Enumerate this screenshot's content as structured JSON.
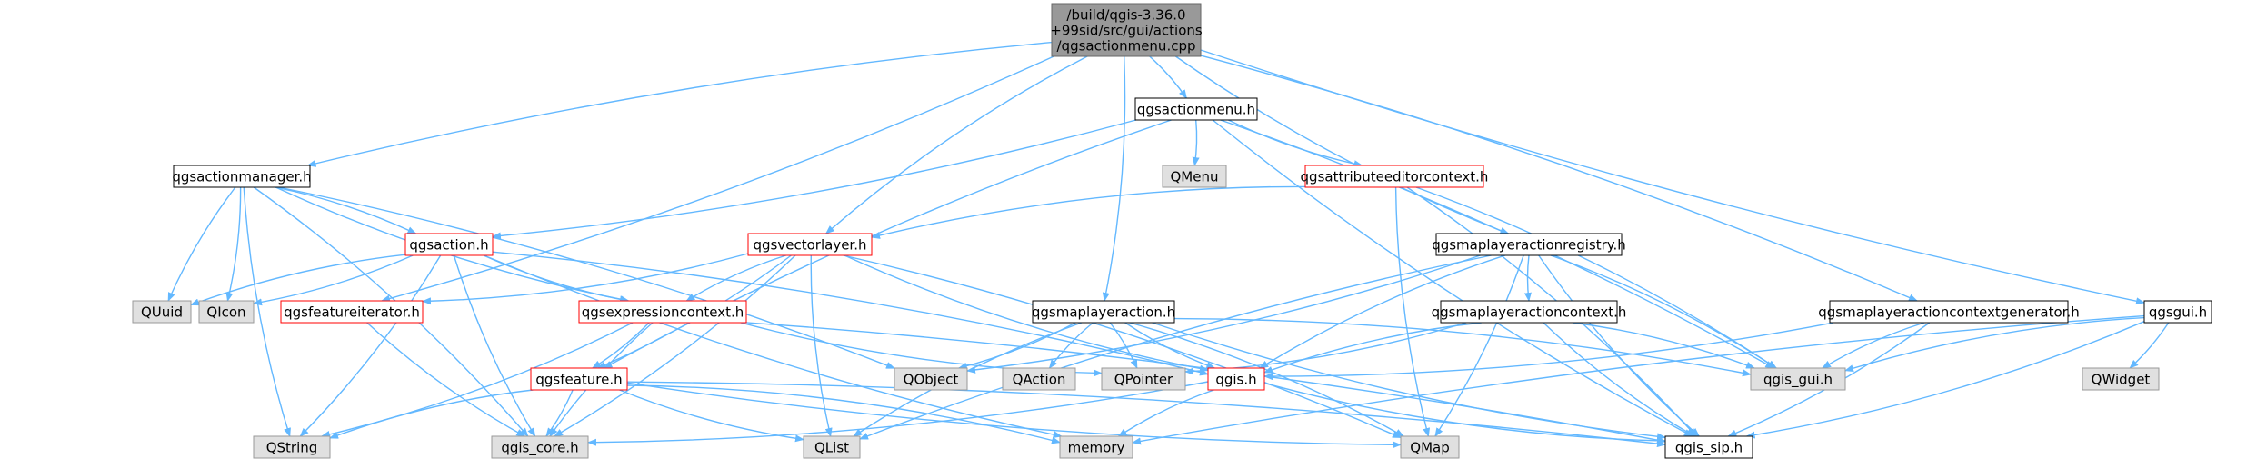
{
  "graph": {
    "colors": {
      "edge": "#63b8ff",
      "root_fill": "#999999",
      "root_border": "#666666",
      "normal_fill": "#ffffff",
      "normal_border": "#000000",
      "red_border": "#ff0000",
      "external_fill": "#e0e0e0",
      "external_border": "#999999"
    },
    "nodes": [
      {
        "id": "root",
        "style": "root",
        "lines": [
          "/build/qgis-3.36.0",
          "+99sid/src/gui/actions",
          "/qgsactionmenu.cpp"
        ]
      },
      {
        "id": "qgsactionmenu_h",
        "style": "normal",
        "lines": [
          "qgsactionmenu.h"
        ]
      },
      {
        "id": "qgsactionmanager_h",
        "style": "normal",
        "lines": [
          "qgsactionmanager.h"
        ]
      },
      {
        "id": "QMenu",
        "style": "external",
        "lines": [
          "QMenu"
        ]
      },
      {
        "id": "qgsattributeeditorcontext_h",
        "style": "red",
        "lines": [
          "qgsattributeeditorcontext.h"
        ]
      },
      {
        "id": "qgsmaplayeractionregistry_h",
        "style": "normal",
        "lines": [
          "qgsmaplayeractionregistry.h"
        ]
      },
      {
        "id": "qgsaction_h",
        "style": "red",
        "lines": [
          "qgsaction.h"
        ]
      },
      {
        "id": "qgsvectorlayer_h",
        "style": "red",
        "lines": [
          "qgsvectorlayer.h"
        ]
      },
      {
        "id": "QUuid",
        "style": "external",
        "lines": [
          "QUuid"
        ]
      },
      {
        "id": "QIcon",
        "style": "external",
        "lines": [
          "QIcon"
        ]
      },
      {
        "id": "qgsfeatureiterator_h",
        "style": "red",
        "lines": [
          "qgsfeatureiterator.h"
        ]
      },
      {
        "id": "qgsexpressioncontext_h",
        "style": "red",
        "lines": [
          "qgsexpressioncontext.h"
        ]
      },
      {
        "id": "qgsmaplayeraction_h",
        "style": "normal",
        "lines": [
          "qgsmaplayeraction.h"
        ]
      },
      {
        "id": "qgsmaplayeractioncontext_h",
        "style": "normal",
        "lines": [
          "qgsmaplayeractioncontext.h"
        ]
      },
      {
        "id": "qgsmaplayeractioncontextgenerator_h",
        "style": "normal",
        "lines": [
          "qgsmaplayeractioncontextgenerator.h"
        ]
      },
      {
        "id": "qgsgui_h",
        "style": "normal",
        "lines": [
          "qgsgui.h"
        ]
      },
      {
        "id": "qgsfeature_h",
        "style": "red",
        "lines": [
          "qgsfeature.h"
        ]
      },
      {
        "id": "QObject",
        "style": "external",
        "lines": [
          "QObject"
        ]
      },
      {
        "id": "QAction",
        "style": "external",
        "lines": [
          "QAction"
        ]
      },
      {
        "id": "QPointer",
        "style": "external",
        "lines": [
          "QPointer"
        ]
      },
      {
        "id": "qgis_h",
        "style": "red",
        "lines": [
          "qgis.h"
        ]
      },
      {
        "id": "qgis_gui_h",
        "style": "external",
        "lines": [
          "qgis_gui.h"
        ]
      },
      {
        "id": "QWidget",
        "style": "external",
        "lines": [
          "QWidget"
        ]
      },
      {
        "id": "QString",
        "style": "external",
        "lines": [
          "QString"
        ]
      },
      {
        "id": "qgis_core_h",
        "style": "external",
        "lines": [
          "qgis_core.h"
        ]
      },
      {
        "id": "QList",
        "style": "external",
        "lines": [
          "QList"
        ]
      },
      {
        "id": "memory",
        "style": "external",
        "lines": [
          "memory"
        ]
      },
      {
        "id": "QMap",
        "style": "external",
        "lines": [
          "QMap"
        ]
      },
      {
        "id": "qgis_sip_h",
        "style": "normal",
        "lines": [
          "qgis_sip.h"
        ]
      }
    ],
    "edges": [
      [
        "root",
        "qgsactionmenu_h"
      ],
      [
        "root",
        "qgsactionmanager_h"
      ],
      [
        "root",
        "qgsfeatureiterator_h"
      ],
      [
        "root",
        "qgsvectorlayer_h"
      ],
      [
        "root",
        "qgsmaplayeraction_h"
      ],
      [
        "root",
        "qgsmaplayeractionregistry_h"
      ],
      [
        "root",
        "qgsmaplayeractioncontextgenerator_h"
      ],
      [
        "root",
        "qgsgui_h"
      ],
      [
        "qgsactionmenu_h",
        "QMenu"
      ],
      [
        "qgsactionmenu_h",
        "qgsattributeeditorcontext_h"
      ],
      [
        "qgsactionmenu_h",
        "qgsaction_h"
      ],
      [
        "qgsactionmenu_h",
        "qgsfeature_h"
      ],
      [
        "qgsactionmenu_h",
        "qgis_gui_h"
      ],
      [
        "qgsactionmenu_h",
        "qgis_sip_h"
      ],
      [
        "qgsactionmanager_h",
        "qgsaction_h"
      ],
      [
        "qgsactionmanager_h",
        "QUuid"
      ],
      [
        "qgsactionmanager_h",
        "QIcon"
      ],
      [
        "qgsactionmanager_h",
        "qgsexpressioncontext_h"
      ],
      [
        "qgsactionmanager_h",
        "QObject"
      ],
      [
        "qgsactionmanager_h",
        "QString"
      ],
      [
        "qgsactionmanager_h",
        "qgis_core_h"
      ],
      [
        "qgsattributeeditorcontext_h",
        "qgsvectorlayer_h"
      ],
      [
        "qgsattributeeditorcontext_h",
        "qgis_gui_h"
      ],
      [
        "qgsattributeeditorcontext_h",
        "QMap"
      ],
      [
        "qgsattributeeditorcontext_h",
        "qgis_sip_h"
      ],
      [
        "qgsaction_h",
        "QUuid"
      ],
      [
        "qgsaction_h",
        "QIcon"
      ],
      [
        "qgsaction_h",
        "qgsexpressioncontext_h"
      ],
      [
        "qgsaction_h",
        "qgis_h"
      ],
      [
        "qgsaction_h",
        "qgis_core_h"
      ],
      [
        "qgsaction_h",
        "QString"
      ],
      [
        "qgsaction_h",
        "memory"
      ],
      [
        "qgsvectorlayer_h",
        "qgsfeatureiterator_h"
      ],
      [
        "qgsvectorlayer_h",
        "qgsexpressioncontext_h"
      ],
      [
        "qgsvectorlayer_h",
        "qgsfeature_h"
      ],
      [
        "qgsvectorlayer_h",
        "qgis_h"
      ],
      [
        "qgsvectorlayer_h",
        "qgis_core_h"
      ],
      [
        "qgsvectorlayer_h",
        "QList"
      ],
      [
        "qgsvectorlayer_h",
        "QMap"
      ],
      [
        "qgsfeatureiterator_h",
        "qgis_core_h"
      ],
      [
        "qgsexpressioncontext_h",
        "qgsfeature_h"
      ],
      [
        "qgsexpressioncontext_h",
        "QPointer"
      ],
      [
        "qgsexpressioncontext_h",
        "QString"
      ],
      [
        "qgsexpressioncontext_h",
        "qgis_core_h"
      ],
      [
        "qgsexpressioncontext_h",
        "qgis_sip_h"
      ],
      [
        "qgsmaplayeractionregistry_h",
        "qgsmaplayeractioncontext_h"
      ],
      [
        "qgsmaplayeractionregistry_h",
        "QObject"
      ],
      [
        "qgsmaplayeractionregistry_h",
        "QList"
      ],
      [
        "qgsmaplayeractionregistry_h",
        "QMap"
      ],
      [
        "qgsmaplayeractionregistry_h",
        "qgis_h"
      ],
      [
        "qgsmaplayeractionregistry_h",
        "qgis_gui_h"
      ],
      [
        "qgsmaplayeractionregistry_h",
        "qgis_sip_h"
      ],
      [
        "qgsmaplayeraction_h",
        "QObject"
      ],
      [
        "qgsmaplayeraction_h",
        "QAction"
      ],
      [
        "qgsmaplayeraction_h",
        "QPointer"
      ],
      [
        "qgsmaplayeraction_h",
        "qgis_h"
      ],
      [
        "qgsmaplayeraction_h",
        "qgis_gui_h"
      ],
      [
        "qgsmaplayeraction_h",
        "QList"
      ],
      [
        "qgsmaplayeraction_h",
        "QMap"
      ],
      [
        "qgsmaplayeraction_h",
        "qgis_sip_h"
      ],
      [
        "qgsmaplayeractioncontext_h",
        "QPointer"
      ],
      [
        "qgsmaplayeractioncontext_h",
        "qgis_h"
      ],
      [
        "qgsmaplayeractioncontext_h",
        "qgis_gui_h"
      ],
      [
        "qgsmaplayeractioncontext_h",
        "qgis_sip_h"
      ],
      [
        "qgsmaplayeractioncontextgenerator_h",
        "qgis_h"
      ],
      [
        "qgsmaplayeractioncontextgenerator_h",
        "qgis_gui_h"
      ],
      [
        "qgsmaplayeractioncontextgenerator_h",
        "qgis_sip_h"
      ],
      [
        "qgsgui_h",
        "qgis_gui_h"
      ],
      [
        "qgsgui_h",
        "QWidget"
      ],
      [
        "qgsgui_h",
        "memory"
      ],
      [
        "qgsgui_h",
        "qgis_sip_h"
      ],
      [
        "qgsfeature_h",
        "QString"
      ],
      [
        "qgsfeature_h",
        "qgis_core_h"
      ],
      [
        "qgsfeature_h",
        "QList"
      ],
      [
        "qgsfeature_h",
        "memory"
      ],
      [
        "qgsfeature_h",
        "QMap"
      ],
      [
        "qgsfeature_h",
        "qgis_sip_h"
      ],
      [
        "qgis_h",
        "memory"
      ],
      [
        "qgis_h",
        "qgis_core_h"
      ],
      [
        "qgis_h",
        "qgis_sip_h"
      ]
    ]
  }
}
